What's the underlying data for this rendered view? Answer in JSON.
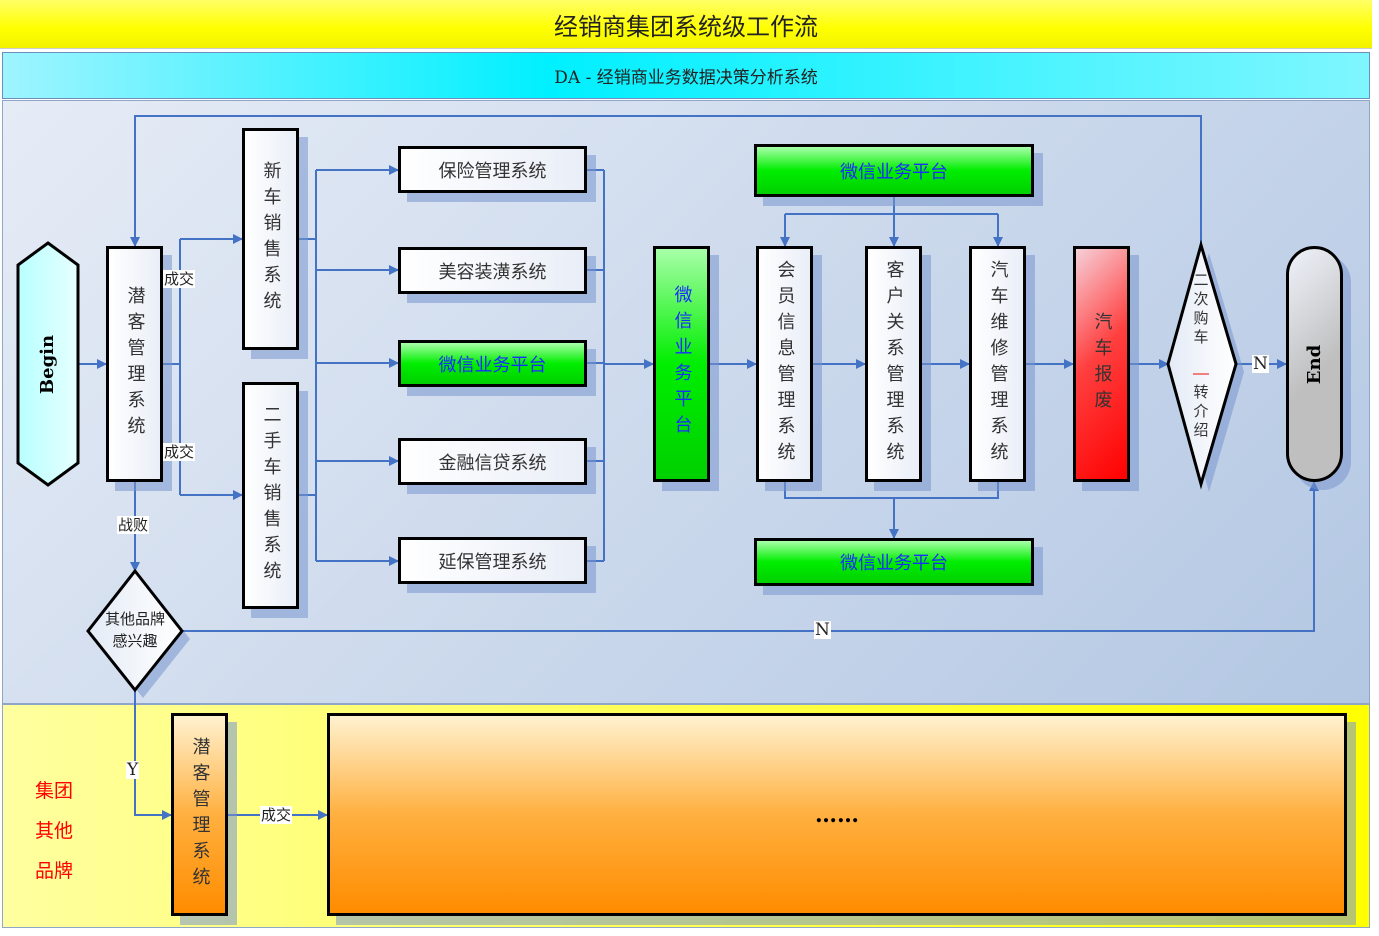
{
  "title": "经销商集团系统级工作流",
  "subtitle": "DA - 经销商业务数据决策分析系统",
  "begin": "Begin",
  "end": "End",
  "prospect": "潜客管理系统",
  "new_car": "新车销售系统",
  "used_car": "二手车销售系统",
  "services": [
    "保险管理系统",
    "美容装潢系统",
    "微信业务平台",
    "金融信贷系统",
    "延保管理系统"
  ],
  "wechat_vertical": "微信业务平台",
  "member": "会员信息管理系统",
  "crm": "客户关系管理系统",
  "repair": "汽车维修管理系统",
  "wechat_top": "微信业务平台",
  "wechat_bottom": "微信业务平台",
  "scrap": "汽车报废",
  "decision_repurchase_a": "二次购车",
  "decision_repurchase_b": "转介绍",
  "decision_other": "其他品牌感兴趣",
  "labels": {
    "deal1": "成交",
    "deal2": "成交",
    "lost": "战败",
    "no1": "N",
    "no2": "N",
    "yes": "Y",
    "deal3": "成交"
  },
  "other_group": [
    "集团",
    "其他",
    "品牌"
  ],
  "other_prospect": "潜客管理系统",
  "ellipsis": "……"
}
